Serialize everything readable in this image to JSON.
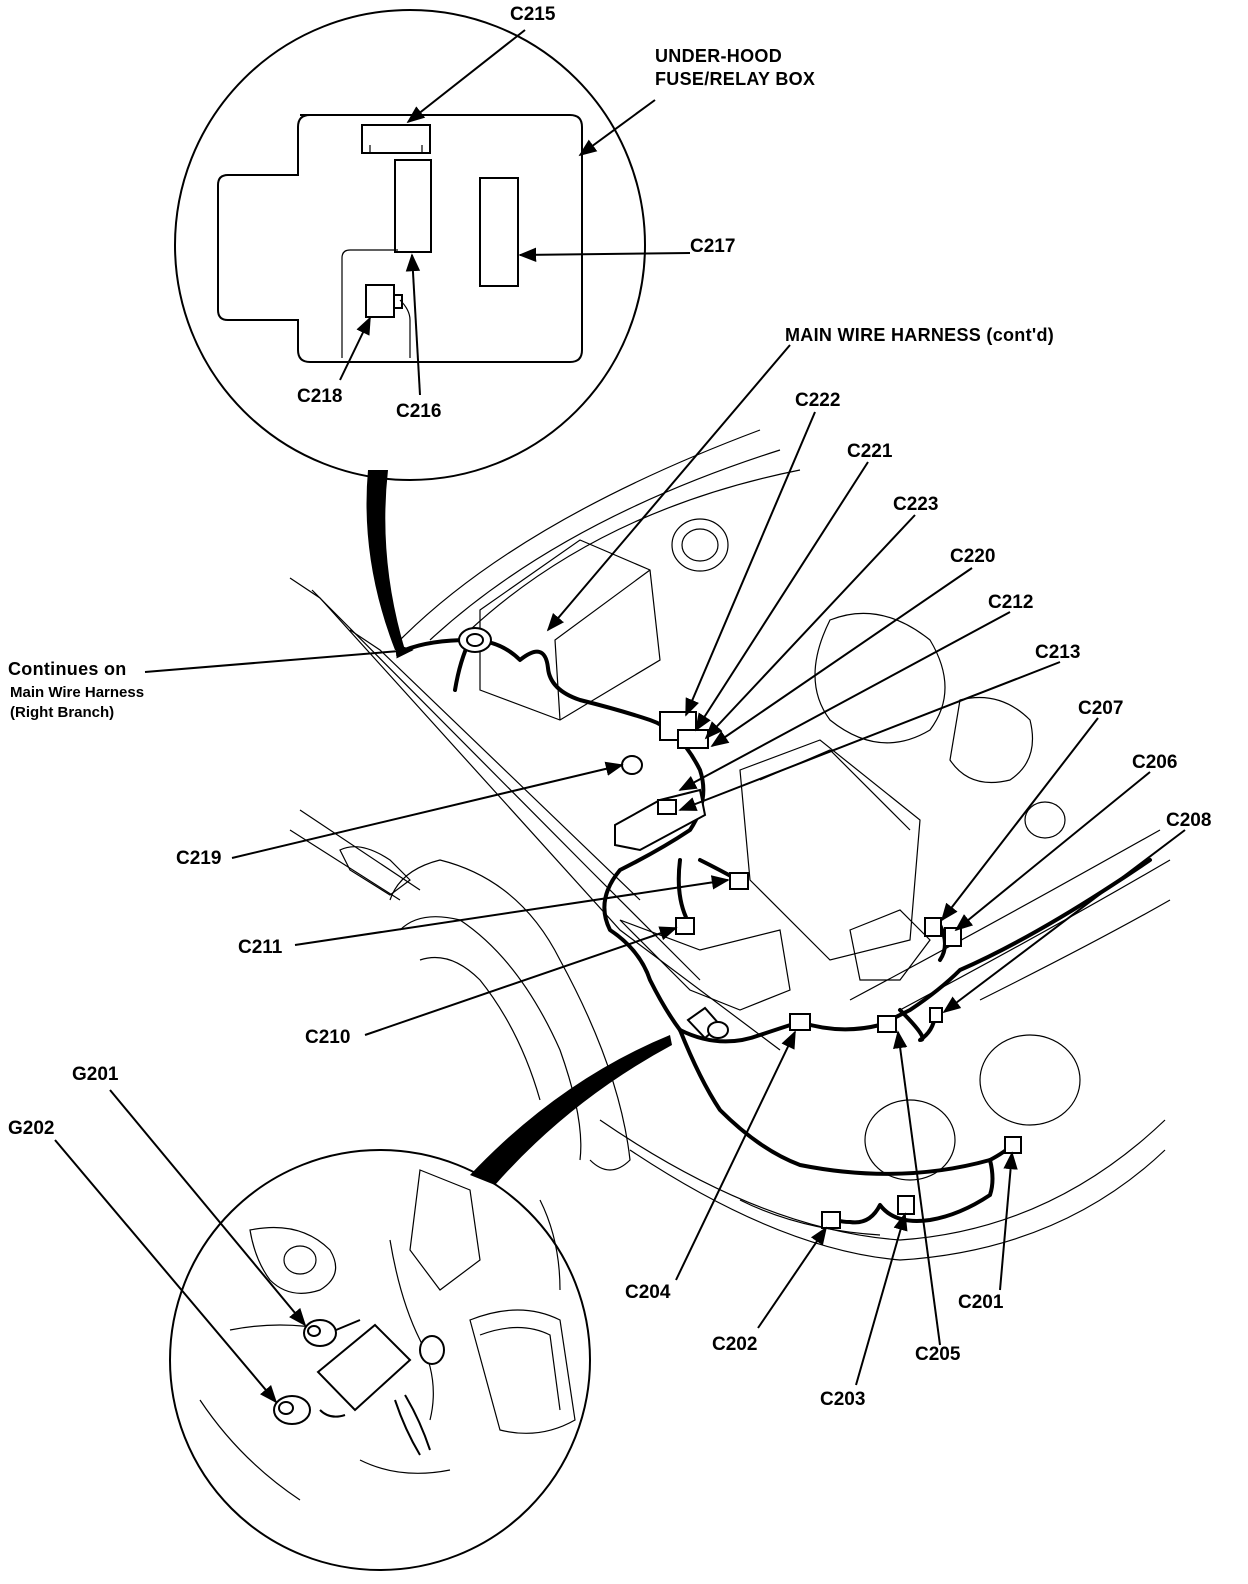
{
  "labels": {
    "c215": "C215",
    "underhood_line1": "UNDER-HOOD",
    "underhood_line2": "FUSE/RELAY BOX",
    "c217": "C217",
    "c218": "C218",
    "c216": "C216",
    "main_harness": "MAIN WIRE HARNESS (cont'd)",
    "c222": "C222",
    "c221": "C221",
    "c223": "C223",
    "c220": "C220",
    "c212": "C212",
    "c213": "C213",
    "c207": "C207",
    "c206": "C206",
    "c208": "C208",
    "continues_line1": "Continues on",
    "continues_line2": "Main Wire Harness",
    "continues_line3": "(Right Branch)",
    "c219": "C219",
    "c211": "C211",
    "c210": "C210",
    "g201": "G201",
    "g202": "G202",
    "c204": "C204",
    "c201": "C201",
    "c202": "C202",
    "c205": "C205",
    "c203": "C203"
  }
}
